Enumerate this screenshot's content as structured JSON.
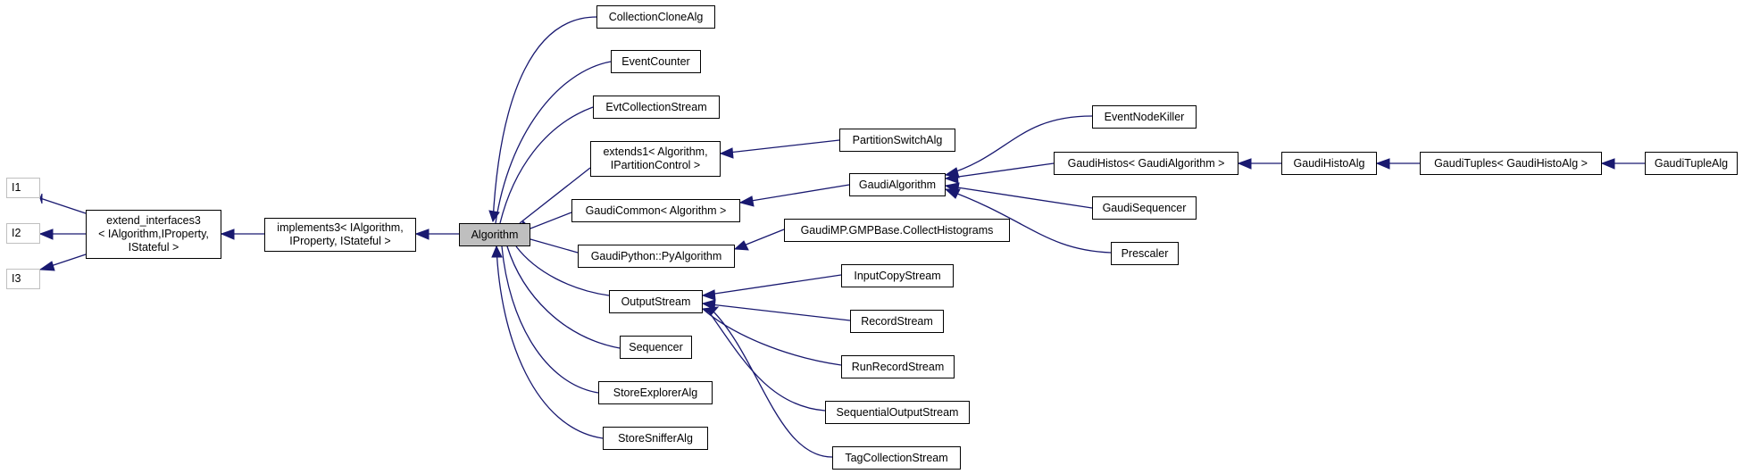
{
  "diagram": {
    "nodes": {
      "i1": "I1",
      "i2": "I2",
      "i3": "I3",
      "extend_interfaces3": "extend_interfaces3\n< IAlgorithm,IProperty,\nIStateful >",
      "implements3": "implements3< IAlgorithm,\nIProperty, IStateful >",
      "algorithm": "Algorithm",
      "collection_clone_alg": "CollectionCloneAlg",
      "event_counter": "EventCounter",
      "evt_collection_stream": "EvtCollectionStream",
      "extends1": "extends1< Algorithm,\nIPartitionControl >",
      "gaudi_common": "GaudiCommon< Algorithm >",
      "gaudi_python_pyalgorithm": "GaudiPython::PyAlgorithm",
      "output_stream": "OutputStream",
      "sequencer": "Sequencer",
      "store_explorer_alg": "StoreExplorerAlg",
      "store_sniffer_alg": "StoreSnifferAlg",
      "partition_switch_alg": "PartitionSwitchAlg",
      "gaudi_algorithm": "GaudiAlgorithm",
      "gaudimp_collect_histograms": "GaudiMP.GMPBase.CollectHistograms",
      "input_copy_stream": "InputCopyStream",
      "record_stream": "RecordStream",
      "run_record_stream": "RunRecordStream",
      "sequential_output_stream": "SequentialOutputStream",
      "tag_collection_stream": "TagCollectionStream",
      "event_node_killer": "EventNodeKiller",
      "gaudi_histos": "GaudiHistos< GaudiAlgorithm >",
      "gaudi_sequencer": "GaudiSequencer",
      "prescaler": "Prescaler",
      "gaudi_histo_alg": "GaudiHistoAlg",
      "gaudi_tuples": "GaudiTuples< GaudiHistoAlg >",
      "gaudi_tuple_alg": "GaudiTupleAlg"
    },
    "colors": {
      "edge": "#191970",
      "border": "#000000",
      "interface_border": "#bfbfbf",
      "focus_fill": "#bfbfbf"
    }
  }
}
